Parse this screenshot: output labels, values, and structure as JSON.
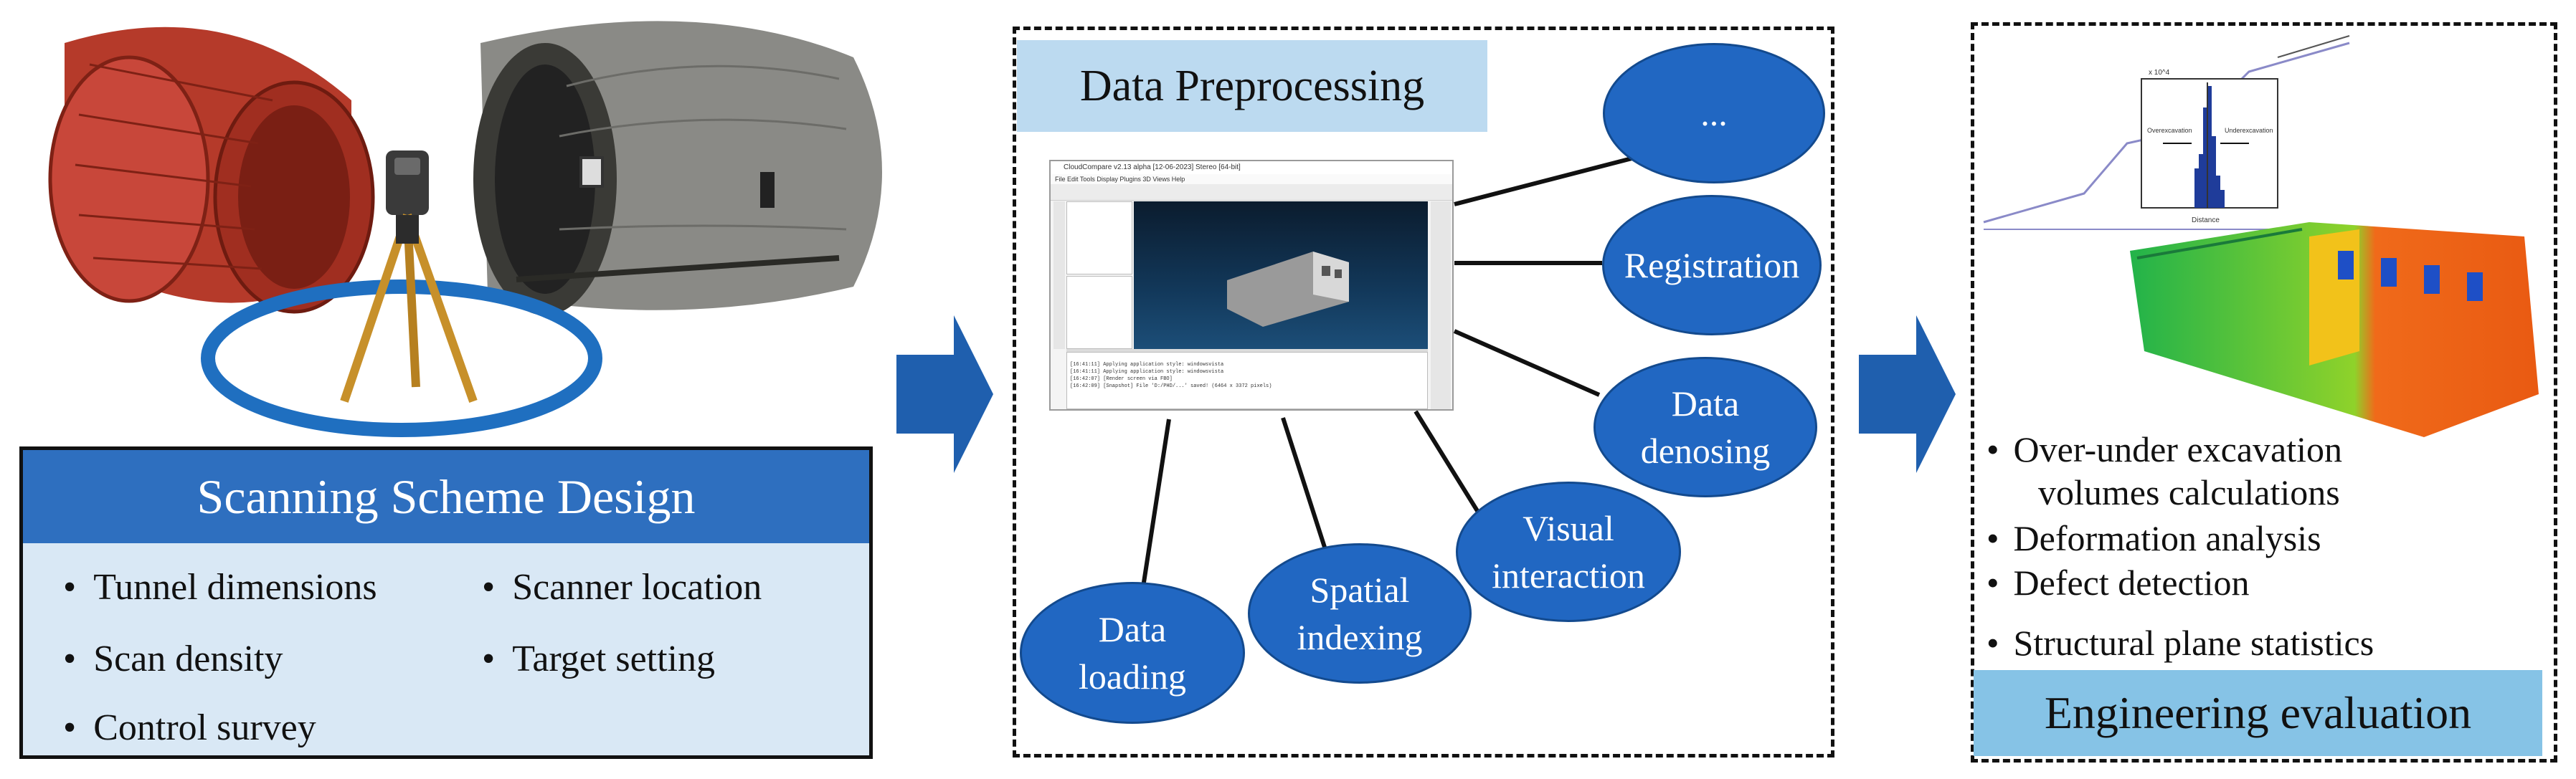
{
  "left": {
    "title": "Scanning Scheme Design",
    "bullets": [
      "Tunnel dimensions",
      "Scanner location",
      "Scan density",
      "Target setting",
      "Control survey"
    ]
  },
  "middle": {
    "title": "Data Preprocessing",
    "nodes": {
      "more": "...",
      "registration": "Registration",
      "denoising_1": "Data",
      "denoising_2": "denosing",
      "visual_1": "Visual",
      "visual_2": "interaction",
      "spatial_1": "Spatial",
      "spatial_2": "indexing",
      "loading_1": "Data",
      "loading_2": "loading"
    },
    "screenshot": {
      "title": "CloudCompare v2.13 alpha [12-06-2023] Stereo [64-bit]",
      "menu": "File  Edit  Tools  Display  Plugins  3D Views  Help",
      "console_lines": [
        "[16:41:11] Applying application style: windowsvista",
        "[16:41:11] Applying application style: windowsvista",
        "[16:42:07] [Render screen via FBO]",
        "[16:42:09] [Snapshot] File 'D:/PHD/...' saved! (6464 x 3372 pixels)"
      ]
    },
    "colors": {
      "node_fill": "#2167c2",
      "title_bg": "#bcdaf0"
    }
  },
  "right": {
    "bullets": [
      "Over-under excavation",
      "volumes calculations",
      "Deformation analysis",
      "Defect detection",
      "Structural plane statistics"
    ],
    "eval_title": "Engineering  evaluation",
    "chart_labels": {
      "left_label": "Overexcavation",
      "right_label": "Underexcavation",
      "xaxis": "Distance",
      "exp": "x 10^4"
    },
    "colors": {
      "eval_bg": "#86c3e6"
    }
  },
  "colors": {
    "arrow": "#1f5fae",
    "header": "#2e6fbf",
    "panel_bg": "#d9e8f5"
  }
}
